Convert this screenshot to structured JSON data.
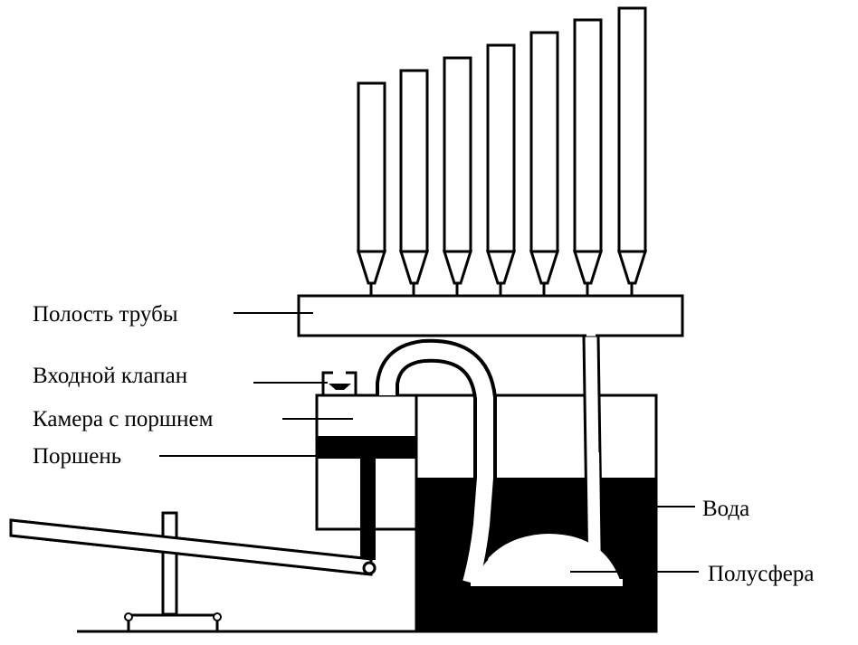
{
  "labels": {
    "pipe_cavity": "Полость трубы",
    "inlet_valve": "Входной клапан",
    "piston_chamber": "Камера с поршнем",
    "piston": "Поршень",
    "water": "Вода",
    "hemisphere": "Полусфера"
  },
  "pipe_count": 7,
  "colors": {
    "ink": "#000000",
    "paper": "#ffffff"
  }
}
